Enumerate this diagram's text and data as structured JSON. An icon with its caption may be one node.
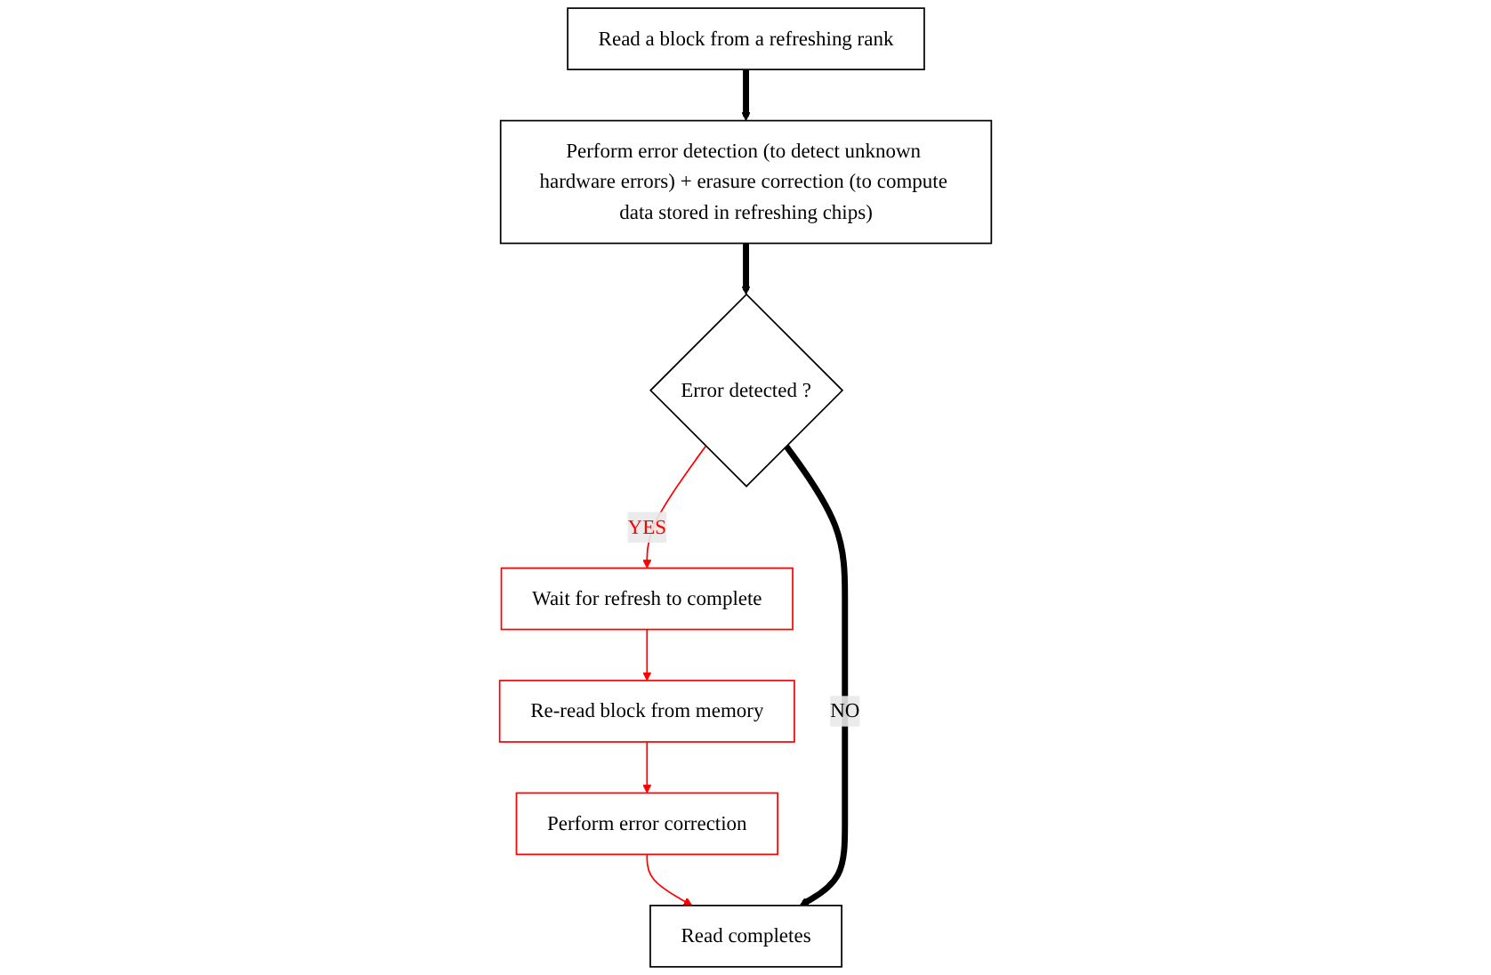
{
  "diagram": {
    "nodes": [
      {
        "text": [
          "Read a block from a refreshing rank"
        ]
      },
      {
        "text": [
          "Perform error detection (to detect unknown hardware errors) + erasure correction (to compute data stored in refreshing chips)"
        ]
      },
      {
        "text": [
          "Error detected ?"
        ]
      },
      {
        "text": [
          "Wait for refresh to complete"
        ]
      },
      {
        "text": [
          "Re-read block from memory"
        ]
      },
      {
        "text": [
          "Perform error correction"
        ]
      },
      {
        "text": [
          "Read completes"
        ]
      }
    ],
    "edges": [
      {
        "from": 0,
        "to": 1,
        "arrow": "to",
        "style": "thick",
        "color": "#000000"
      },
      {
        "from": 1,
        "to": 2,
        "arrow": "to",
        "style": "thick",
        "color": "#000000"
      },
      {
        "from": 2,
        "to": 3,
        "arrow": "to",
        "label": "YES"
      },
      {
        "from": 3,
        "to": 4,
        "arrow": "to"
      },
      {
        "from": 4,
        "to": 5,
        "arrow": "to"
      },
      {
        "from": 5,
        "to": 6,
        "arrow": "to"
      },
      {
        "from": 2,
        "to": 6,
        "arrow": "to",
        "label": "NO",
        "style": "thick",
        "color": "#000000"
      }
    ]
  }
}
